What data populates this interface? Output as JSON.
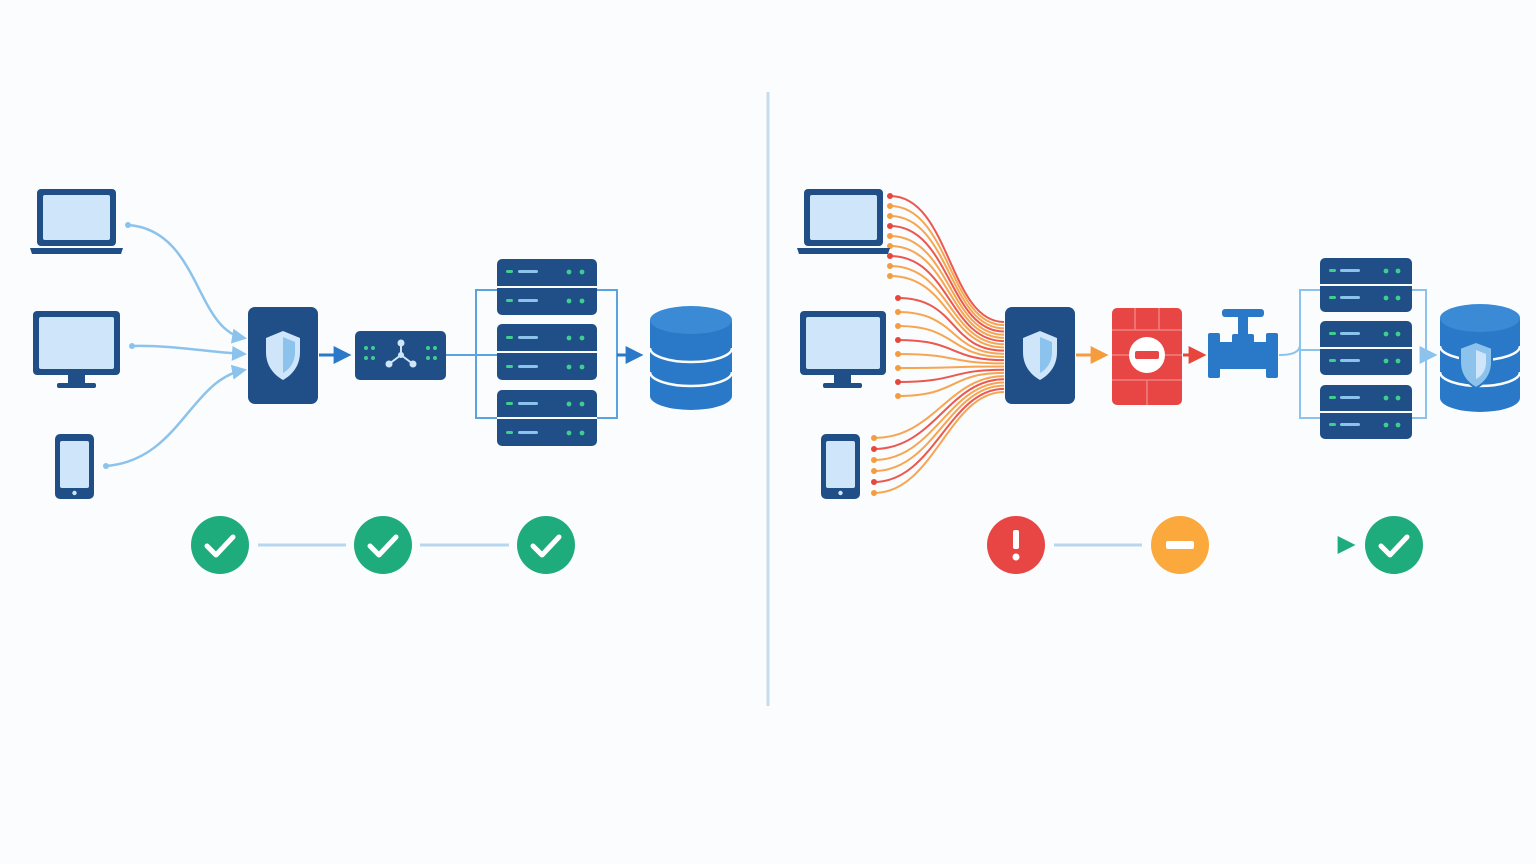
{
  "colors": {
    "background": "#fbfcfd",
    "navy": "#1f4f86",
    "blue": "#2a79c8",
    "light_blue": "#cfe6fa",
    "flow_blue": "#8cc3ec",
    "divider": "#c7dbee",
    "success": "#1fac7c",
    "error": "#e84545",
    "warning": "#fba83c",
    "attack_red": "#e8463d",
    "attack_orange": "#f59c3f",
    "led_green": "#3ecf8e"
  },
  "left_panel": {
    "clients": [
      "laptop-icon",
      "monitor-icon",
      "phone-icon"
    ],
    "pipeline": [
      "shield-icon",
      "load-balancer-icon",
      "server-rack-icon",
      "database-icon"
    ],
    "status_chain": [
      "check",
      "check",
      "check"
    ]
  },
  "right_panel": {
    "clients": [
      "laptop-icon",
      "monitor-icon",
      "phone-icon"
    ],
    "pipeline": [
      "shield-icon",
      "blocked-firewall-icon",
      "valve-icon",
      "server-rack-icon",
      "secured-database-icon"
    ],
    "status_chain": [
      "alert",
      "blocked",
      "check"
    ]
  }
}
